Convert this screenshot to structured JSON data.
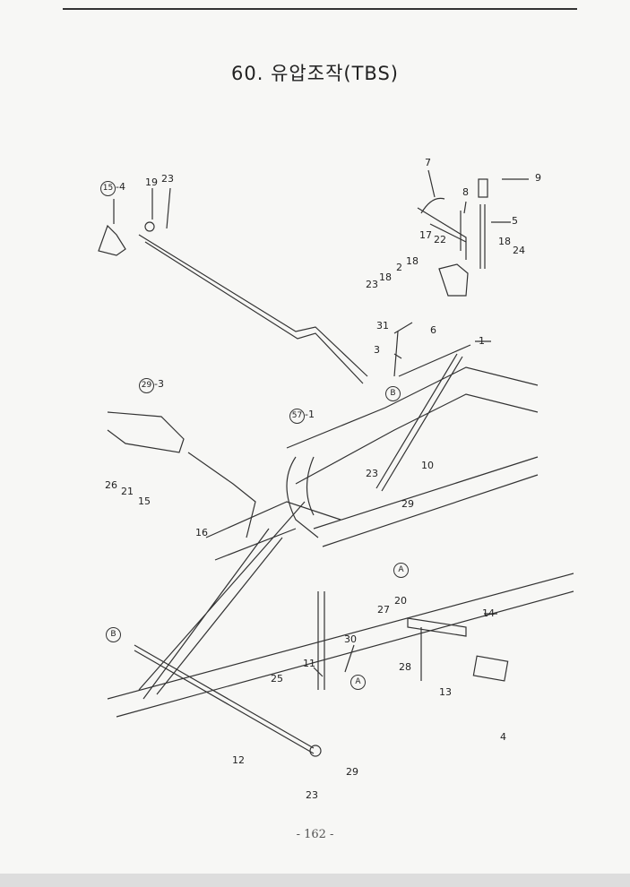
{
  "title": "60. 유압조작(TBS)",
  "page_number": "- 162 -",
  "callouts": {
    "c15": "15",
    "c15s": "-4",
    "c19": "19",
    "c23a": "23",
    "c7": "7",
    "c8": "8",
    "c9": "9",
    "c5": "5",
    "c17": "17",
    "c22": "22",
    "c18a": "18",
    "c24": "24",
    "c18b": "18",
    "c2": "2",
    "c18c": "18",
    "c23b": "23",
    "c31": "31",
    "c6": "6",
    "c1": "1",
    "c3": "3",
    "cBa": "B",
    "c29": "29",
    "c29s": "-3",
    "c57": "57",
    "c57s": "-1",
    "c10": "10",
    "c23c": "23",
    "c29b": "29",
    "c26": "26",
    "c21": "21",
    "c15b": "15",
    "c16": "16",
    "cAa": "A",
    "c20": "20",
    "c27": "27",
    "c14": "14",
    "c28": "28",
    "c13": "13",
    "c4": "4",
    "c30": "30",
    "c11": "11",
    "c25": "25",
    "cAb": "A",
    "cBb": "B",
    "c12": "12",
    "c29c": "29",
    "c23d": "23"
  }
}
